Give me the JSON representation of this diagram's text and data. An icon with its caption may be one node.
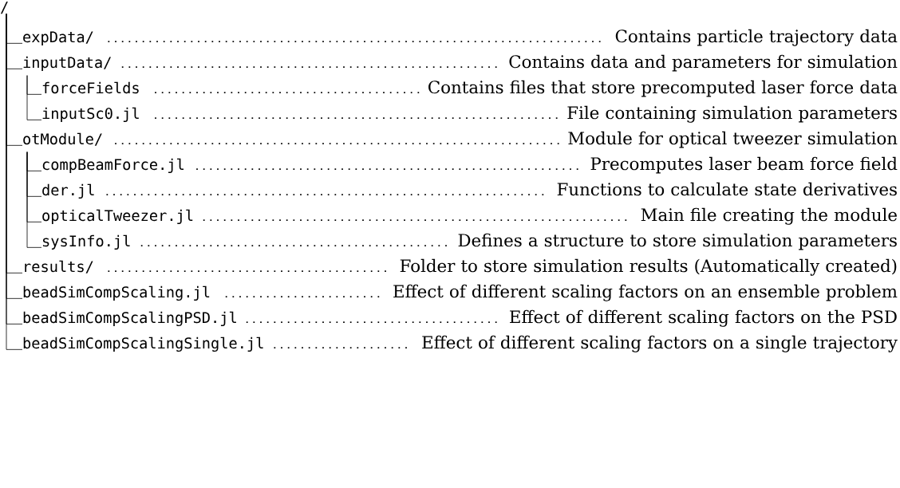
{
  "diagram": {
    "nodes": [
      {
        "text": [
          "/"
        ]
      },
      {
        "text": [
          "expData/",
          "Contains particle trajectory data"
        ]
      },
      {
        "text": [
          "inputData/",
          "Contains data and parameters for simulation"
        ]
      },
      {
        "text": [
          "forceFields",
          "Contains files that store precomputed laser force data"
        ]
      },
      {
        "text": [
          "inputSc0.jl",
          "File containing simulation parameters"
        ]
      },
      {
        "text": [
          "otModule/",
          "Module for optical tweezer simulation"
        ]
      },
      {
        "text": [
          "compBeamForce.jl",
          "Precomputes laser beam force field"
        ]
      },
      {
        "text": [
          "der.jl",
          "Functions to calculate state derivatives"
        ]
      },
      {
        "text": [
          "opticalTweezer.jl",
          "Main file creating the module"
        ]
      },
      {
        "text": [
          "sysInfo.jl",
          "Defines a structure to store simulation parameters"
        ]
      },
      {
        "text": [
          "results/",
          "Folder to store simulation results (Automatically created)"
        ]
      },
      {
        "text": [
          "beadSimCompScaling.jl",
          "Effect of different scaling factors on an ensemble problem"
        ]
      },
      {
        "text": [
          "beadSimCompScalingPSD.jl",
          "Effect of different scaling factors on the PSD"
        ]
      },
      {
        "text": [
          "beadSimCompScalingSingle.jl",
          "Effect of different scaling factors on a single trajectory"
        ]
      }
    ],
    "edges": [
      {
        "from": 0,
        "to": 1,
        "arrow": "none"
      },
      {
        "from": 0,
        "to": 2,
        "arrow": "none"
      },
      {
        "from": 2,
        "to": 3,
        "arrow": "none"
      },
      {
        "from": 2,
        "to": 4,
        "arrow": "none"
      },
      {
        "from": 0,
        "to": 5,
        "arrow": "none"
      },
      {
        "from": 5,
        "to": 6,
        "arrow": "none"
      },
      {
        "from": 5,
        "to": 7,
        "arrow": "none"
      },
      {
        "from": 5,
        "to": 8,
        "arrow": "none"
      },
      {
        "from": 5,
        "to": 9,
        "arrow": "none"
      },
      {
        "from": 0,
        "to": 10,
        "arrow": "none"
      },
      {
        "from": 0,
        "to": 11,
        "arrow": "none"
      },
      {
        "from": 0,
        "to": 12,
        "arrow": "none"
      },
      {
        "from": 0,
        "to": 13,
        "arrow": "none"
      }
    ]
  }
}
